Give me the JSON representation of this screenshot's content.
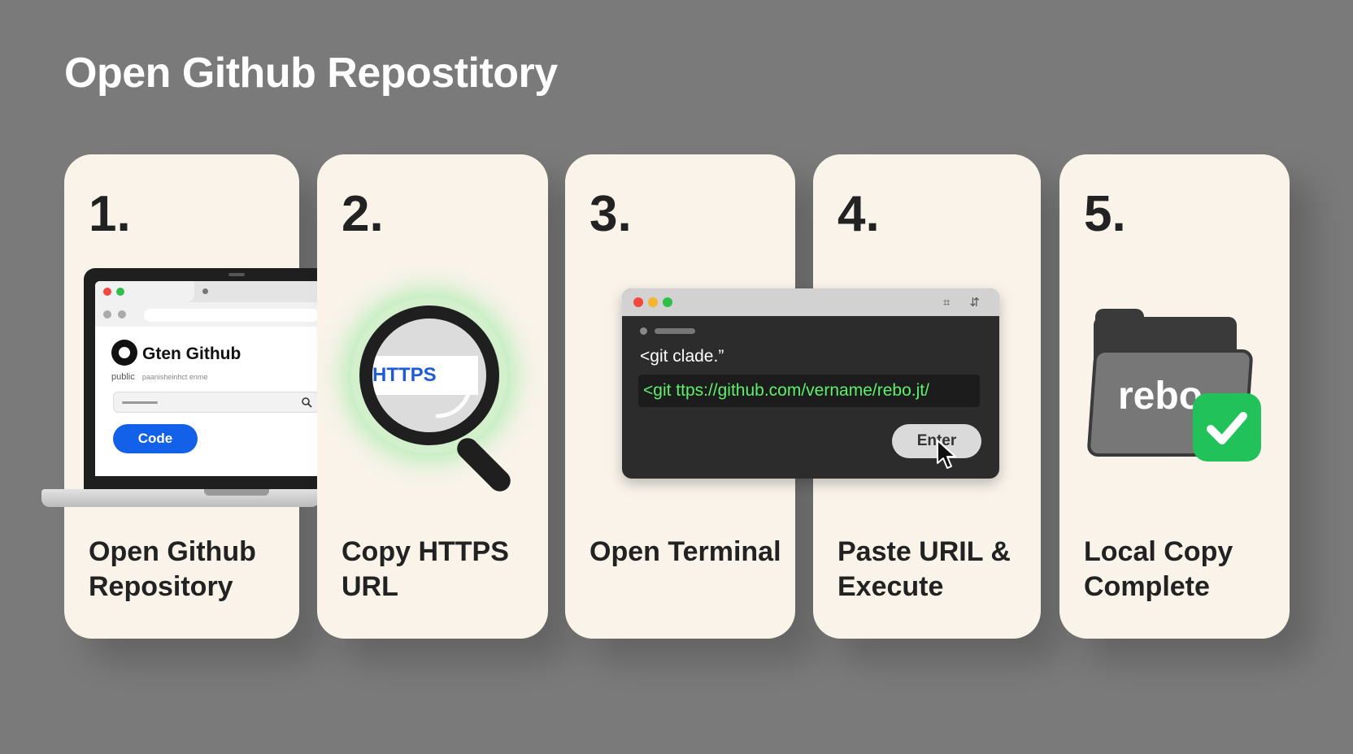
{
  "page": {
    "title": "Open Github Repostitory"
  },
  "colors": {
    "background": "#7a7a7a",
    "card": "#f9f3ea",
    "accent_blue": "#1361e8",
    "accent_green": "#21c25a",
    "terminal_green": "#5df06a"
  },
  "steps": [
    {
      "number": "1.",
      "label": "Open Github Repository",
      "illustration": {
        "site_title": "Gten Github",
        "visibility": "public",
        "subtitle": "paanisheinhct enme",
        "button_label": "Code",
        "icons": [
          "github-octocat-icon",
          "search-icon"
        ]
      }
    },
    {
      "number": "2.",
      "label": "Copy HTTPS URL",
      "illustration": {
        "magnified_text": "HTTPS",
        "icons": [
          "magnifier-icon"
        ]
      }
    },
    {
      "number": "3.",
      "label": "Open Terminal",
      "illustration": {
        "line1": "<git clade.”",
        "command": "<git ttps://github.com/vername/rebo.jt/",
        "button_label": "Enter",
        "titlebar_icons": "⌗ ⇵",
        "icons": [
          "mouse-cursor-icon"
        ]
      }
    },
    {
      "number": "4.",
      "label": "Paste URIL & Execute"
    },
    {
      "number": "5.",
      "label": "Local Copy Complete",
      "illustration": {
        "folder_text": "rebo",
        "icons": [
          "folder-icon",
          "checkmark-icon"
        ]
      }
    }
  ]
}
